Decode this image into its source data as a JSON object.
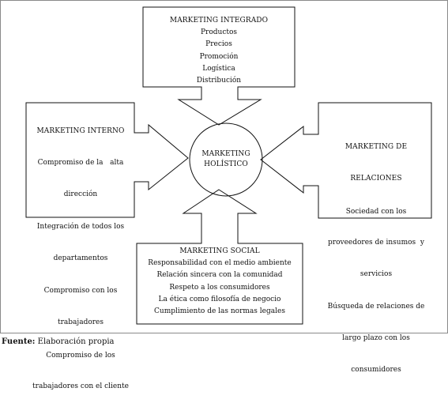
{
  "top": {
    "title": "MARKETING INTEGRADO",
    "items": [
      "Productos",
      "Precios",
      "Promoción",
      "Logística",
      "Distribución"
    ]
  },
  "left": {
    "title": "MARKETING INTERNO",
    "items": [
      "Compromiso de la   alta",
      "dirección",
      "Integración de todos los",
      "departamentos",
      "Compromiso con los",
      "trabajadores",
      "Compromiso de los",
      "trabajadores con el cliente"
    ]
  },
  "right": {
    "title_lines": [
      "MARKETING DE",
      "RELACIONES"
    ],
    "items": [
      "Sociedad con los",
      "proveedores de insumos  y",
      "servicios",
      "Búsqueda de relaciones de",
      "largo plazo con los",
      "consumidores"
    ]
  },
  "bottom": {
    "title": "MARKETING SOCIAL",
    "items": [
      "Responsabilidad con el medio ambiente",
      "Relación sincera con la comunidad",
      "Respeto a los consumidores",
      "La ética como filosofía de negocio",
      "Cumplimiento de las normas legales"
    ]
  },
  "center": {
    "lines": [
      "MARKETING",
      "HOLÍSTICO"
    ]
  },
  "caption": {
    "label": "Fuente:",
    "text": " Elaboración propia"
  }
}
